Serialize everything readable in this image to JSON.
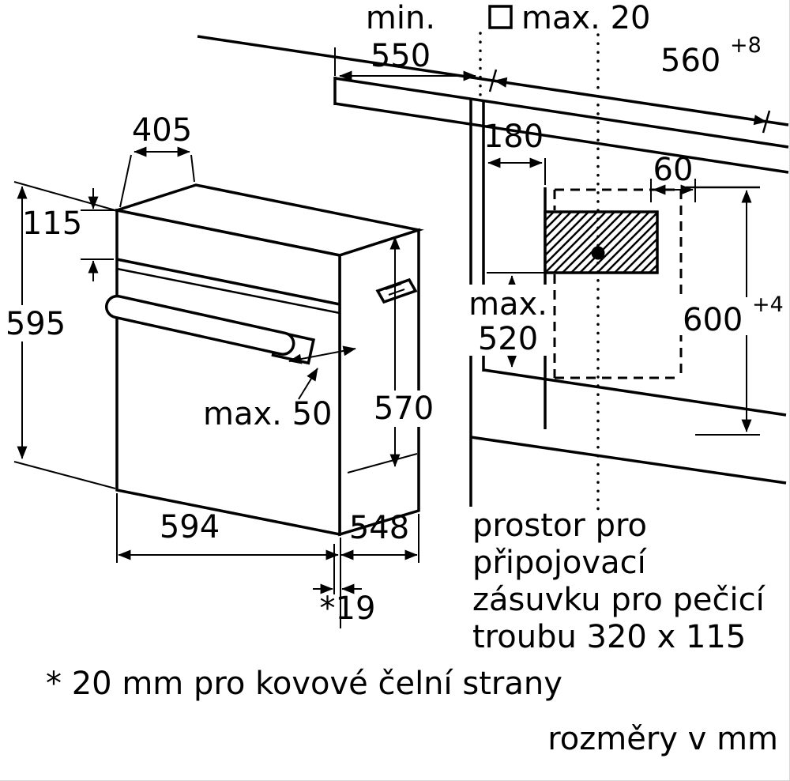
{
  "colors": {
    "ink": "#000000",
    "background": "#ffffff"
  },
  "labels": {
    "min": "min.",
    "v550": "550",
    "max20": "max. 20",
    "v560": "560",
    "v560_tol": "+8",
    "v405": "405",
    "v180": "180",
    "v60": "60",
    "v115": "115",
    "v595": "595",
    "max": "max.",
    "v520": "520",
    "v600": "600",
    "v600_tol": "+4",
    "v570": "570",
    "max50": "max. 50",
    "v594": "594",
    "v548": "548",
    "v19": "*19"
  },
  "notes": {
    "line1": "prostor pro",
    "line2": "připojovací",
    "line3": "zásuvku pro pečicí",
    "line4": "troubu 320 x 115",
    "footnote": "* 20 mm pro kovové čelní strany",
    "units": "rozměry v mm"
  }
}
